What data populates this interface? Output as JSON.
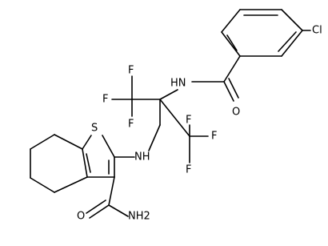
{
  "structure": {
    "atom_labels": {
      "cl": "Cl",
      "nh_amide": "HN",
      "o_amide": "O",
      "s": "S",
      "nh_amine": "NH",
      "nh2": "NH2",
      "o_carboxamide": "O",
      "f": "F"
    }
  }
}
